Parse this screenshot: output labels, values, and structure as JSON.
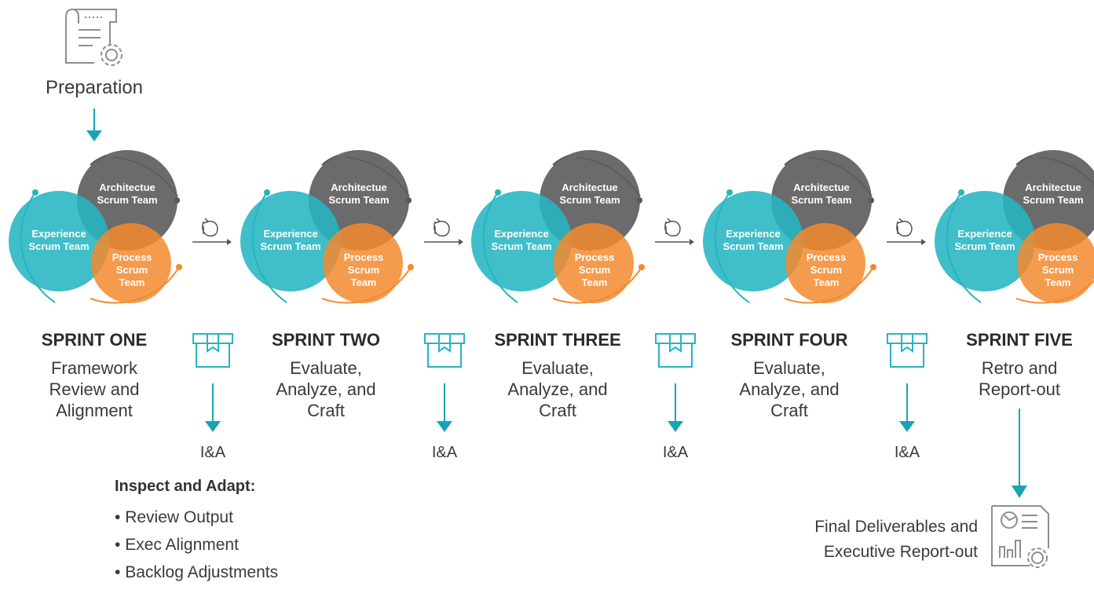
{
  "preparation": {
    "label": "Preparation",
    "icon": "document-gear-icon"
  },
  "circles": {
    "architecture": "Architectue Scrum Team",
    "experience": "Experience Scrum Team",
    "process": "Process Scrum Team"
  },
  "sprints": [
    {
      "title": "SPRINT ONE",
      "desc": [
        "Framework",
        "Review and",
        "Alignment"
      ]
    },
    {
      "title": "SPRINT TWO",
      "desc": [
        "Evaluate,",
        "Analyze, and",
        "Craft"
      ]
    },
    {
      "title": "SPRINT THREE",
      "desc": [
        "Evaluate,",
        "Analyze, and",
        "Craft"
      ]
    },
    {
      "title": "SPRINT FOUR",
      "desc": [
        "Evaluate,",
        "Analyze, and",
        "Craft"
      ]
    },
    {
      "title": "SPRINT FIVE",
      "desc": [
        "Retro and",
        "Report-out"
      ]
    }
  ],
  "ia": {
    "label": "I&A"
  },
  "inspect": {
    "title": "Inspect and Adapt:",
    "items": [
      "Review Output",
      "Exec Alignment",
      "Backlog Adjustments"
    ]
  },
  "final": {
    "line1": "Final Deliverables and",
    "line2": "Executive Report-out",
    "icon": "report-chart-gear-icon"
  },
  "colors": {
    "teal": "#26b5c1",
    "gray": "#5e5e60",
    "orange": "#f38a2e",
    "arrow": "#1aa3b6"
  }
}
